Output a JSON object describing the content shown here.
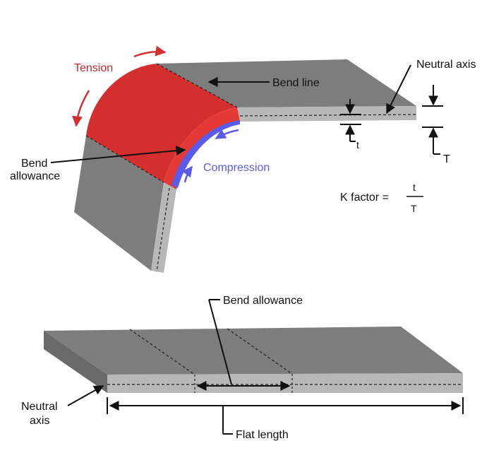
{
  "labels": {
    "tension": "Tension",
    "compression": "Compression",
    "bend_line": "Bend line",
    "neutral_axis_top": "Neutral axis",
    "bend_allowance_line1": "Bend",
    "bend_allowance_line2": "allowance",
    "t_small": "t",
    "t_big": "T",
    "k_factor": "K factor =",
    "k_num": "t",
    "k_den": "T",
    "bend_allowance_bottom": "Bend allowance",
    "neutral_axis_bottom_line1": "Neutral",
    "neutral_axis_bottom_line2": "axis",
    "flat_length": "Flat length"
  },
  "colors": {
    "tension": "#c62828",
    "compression": "#5b5bea",
    "plate_top": "#808080",
    "plate_side": "#b5b5b5",
    "plate_dark": "#666666",
    "bend_red": "#d32f2f",
    "bend_red_dark": "#b71c1c"
  }
}
